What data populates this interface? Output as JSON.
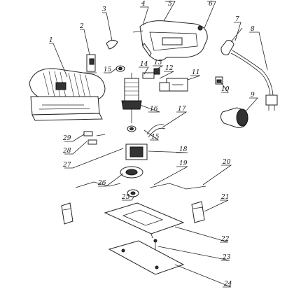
{
  "diagram": {
    "callouts": [
      {
        "id": "c1",
        "label": "1"
      },
      {
        "id": "c2",
        "label": "2"
      },
      {
        "id": "c3",
        "label": "3"
      },
      {
        "id": "c4",
        "label": "4"
      },
      {
        "id": "c5",
        "label": "5"
      },
      {
        "id": "c6",
        "label": "6"
      },
      {
        "id": "c7",
        "label": "7"
      },
      {
        "id": "c8",
        "label": "8"
      },
      {
        "id": "c9",
        "label": "9"
      },
      {
        "id": "c10",
        "label": "10"
      },
      {
        "id": "c11",
        "label": "11"
      },
      {
        "id": "c12",
        "label": "12"
      },
      {
        "id": "c13",
        "label": "13"
      },
      {
        "id": "c14",
        "label": "14"
      },
      {
        "id": "c15a",
        "label": "15"
      },
      {
        "id": "c15b",
        "label": "15"
      },
      {
        "id": "c16",
        "label": "16"
      },
      {
        "id": "c17",
        "label": "17"
      },
      {
        "id": "c18",
        "label": "18"
      },
      {
        "id": "c19",
        "label": "19"
      },
      {
        "id": "c20",
        "label": "20"
      },
      {
        "id": "c21",
        "label": "21"
      },
      {
        "id": "c22",
        "label": "22"
      },
      {
        "id": "c23",
        "label": "23"
      },
      {
        "id": "c24",
        "label": "24"
      },
      {
        "id": "c25",
        "label": "25"
      },
      {
        "id": "c26",
        "label": "26"
      },
      {
        "id": "c27",
        "label": "27"
      },
      {
        "id": "c28",
        "label": "28"
      },
      {
        "id": "c29",
        "label": "29"
      }
    ]
  }
}
